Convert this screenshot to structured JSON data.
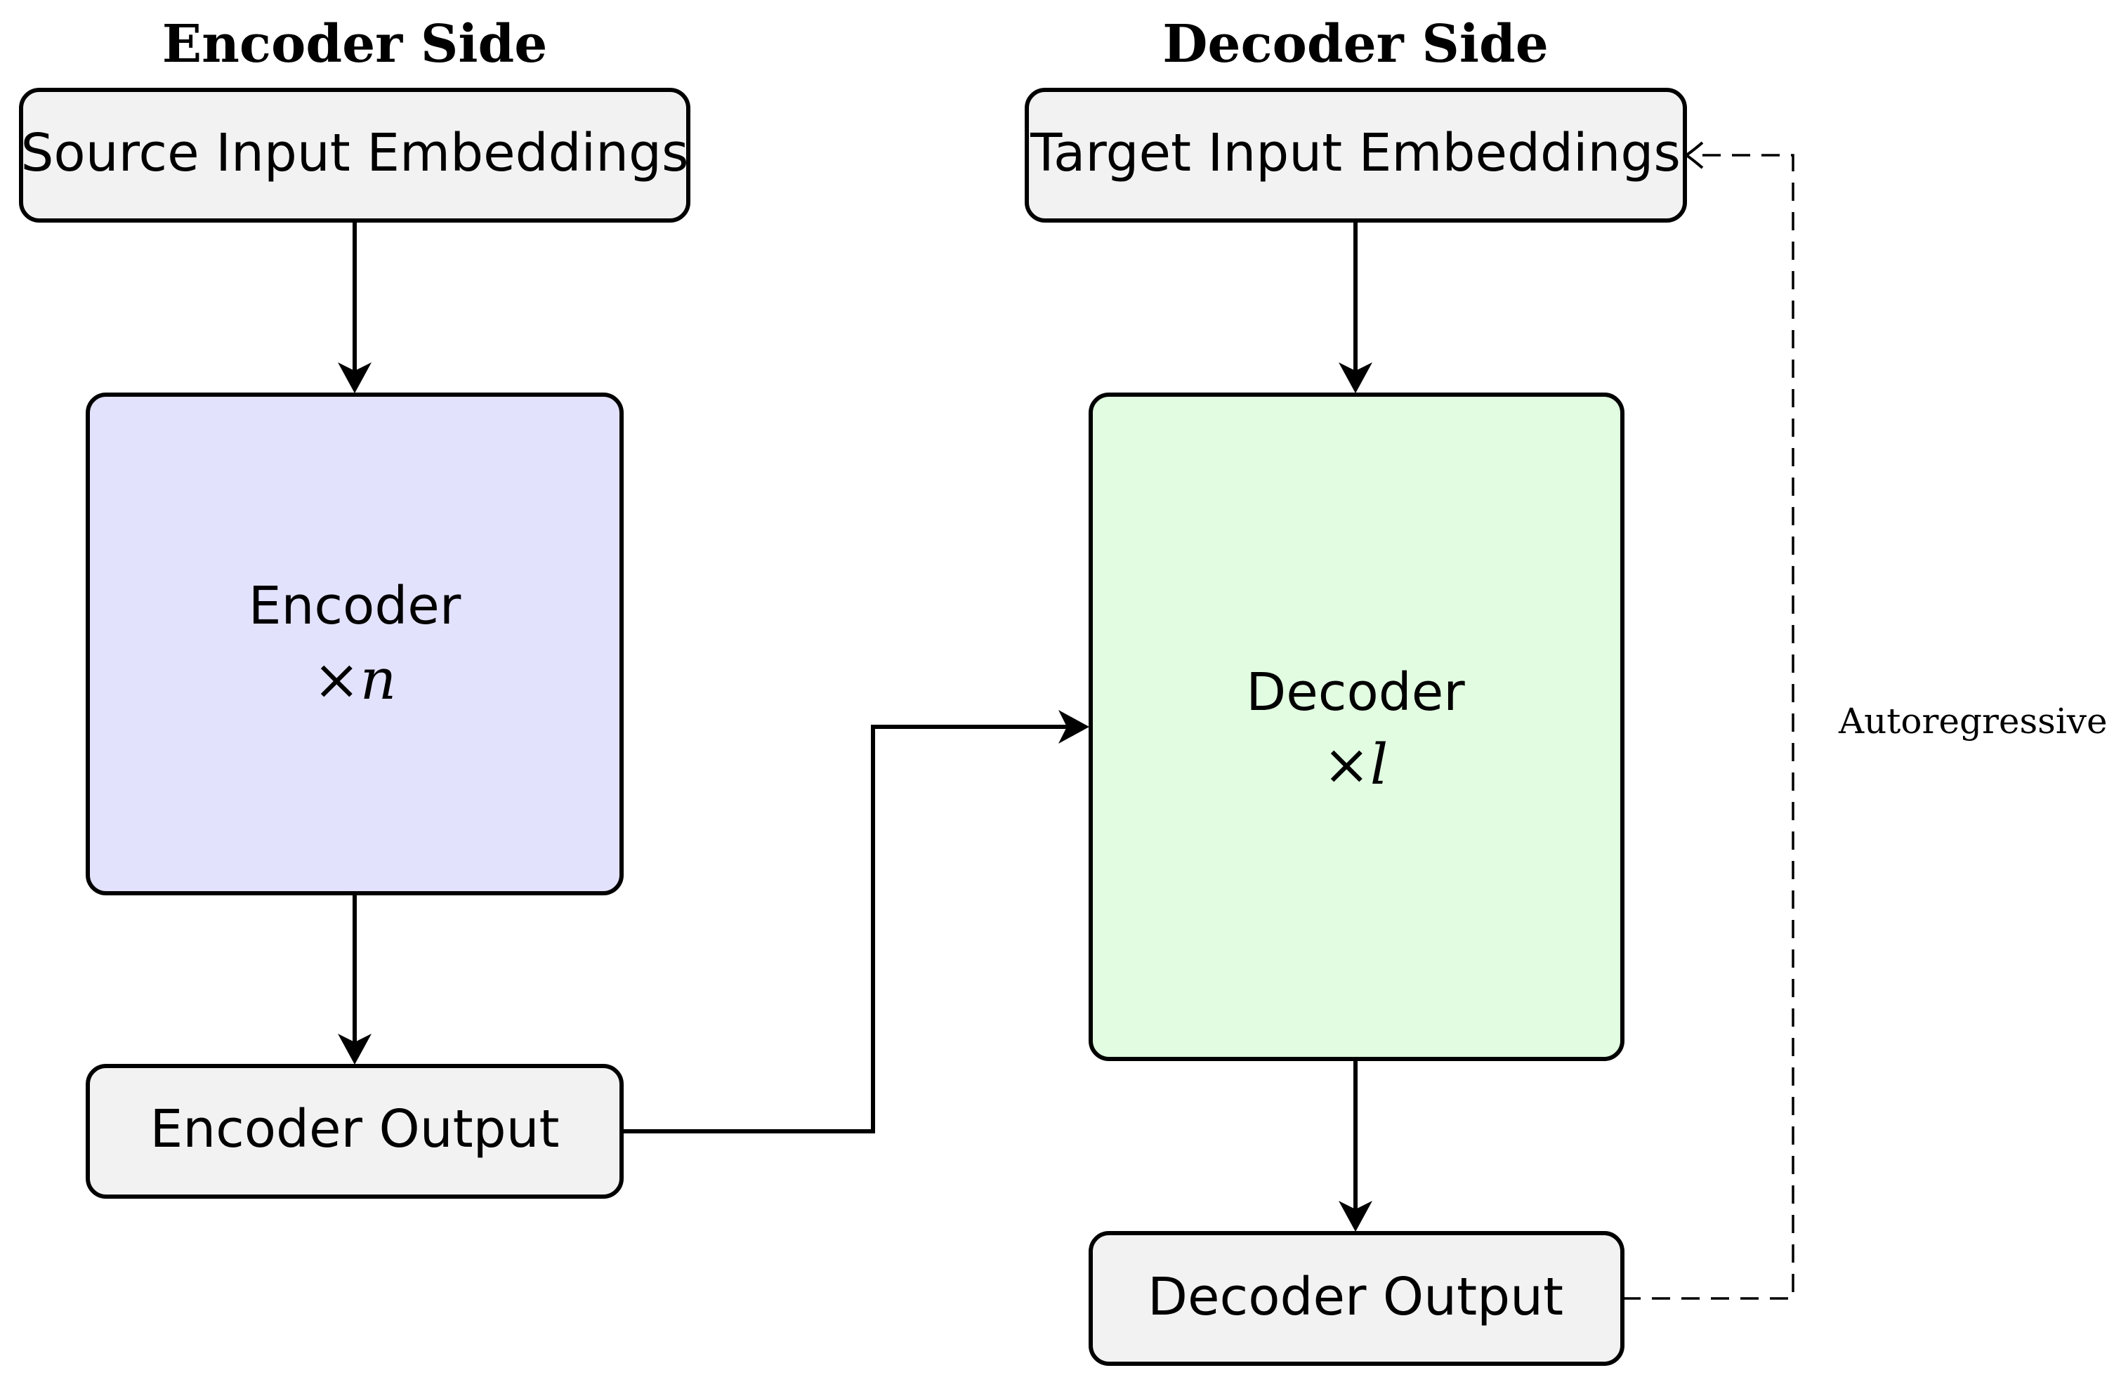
{
  "headings": {
    "encoder_side": "Encoder Side",
    "decoder_side": "Decoder Side"
  },
  "nodes": {
    "source_embeddings": "Source Input Embeddings",
    "encoder": {
      "label": "Encoder",
      "multiplier_symbol": "×",
      "multiplier_var": "n"
    },
    "encoder_output": "Encoder Output",
    "target_embeddings": "Target Input Embeddings",
    "decoder": {
      "label": "Decoder",
      "multiplier_symbol": "×",
      "multiplier_var": "l"
    },
    "decoder_output": "Decoder Output"
  },
  "edges": {
    "autoregressive_label": "Autoregressive"
  },
  "colors": {
    "encoder_fill": "#e2e2fc",
    "decoder_fill": "#e1fce1",
    "io_box_fill": "#f2f2f2",
    "stroke": "#000000"
  }
}
